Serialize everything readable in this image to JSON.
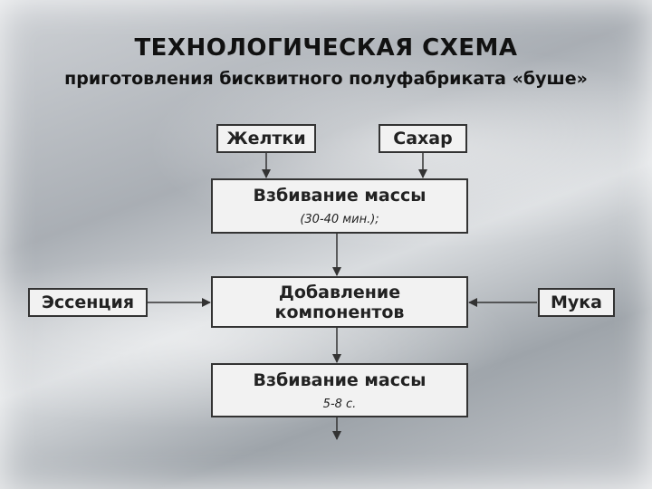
{
  "title": "ТЕХНОЛОГИЧЕСКАЯ СХЕМА",
  "subtitle": "приготовления бисквитного полуфабриката «буше»",
  "nodes": {
    "yolks": "Желтки",
    "sugar": "Сахар",
    "whip1": {
      "label": "Взбивание массы",
      "note": "(30-40 мин.);"
    },
    "add": "Добавление компонентов",
    "essence": "Эссенция",
    "flour": "Мука",
    "whip2": {
      "label": "Взбивание массы",
      "note": "5-8 с."
    }
  },
  "edges": [
    {
      "from": "yolks",
      "to": "whip1"
    },
    {
      "from": "sugar",
      "to": "whip1"
    },
    {
      "from": "whip1",
      "to": "add"
    },
    {
      "from": "essence",
      "to": "add"
    },
    {
      "from": "flour",
      "to": "add"
    },
    {
      "from": "add",
      "to": "whip2"
    },
    {
      "from": "whip2",
      "to": "output"
    }
  ]
}
